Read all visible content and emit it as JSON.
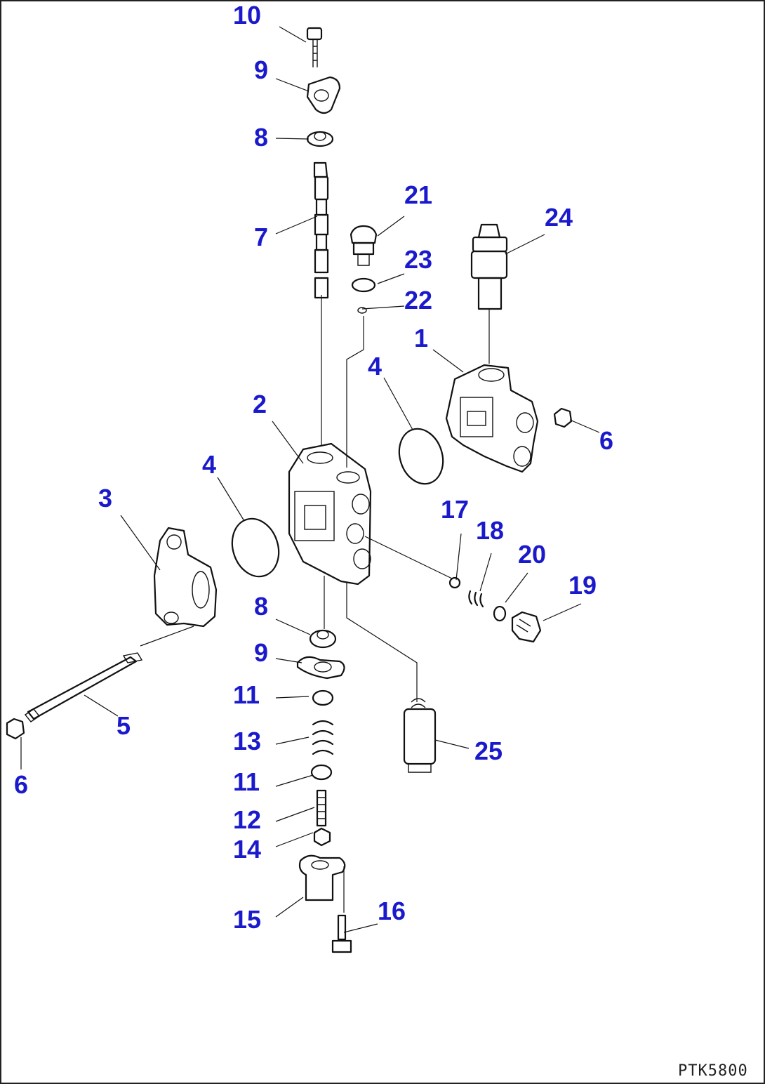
{
  "drawing": {
    "code": "PTK5800",
    "callouts": [
      {
        "id": "c10",
        "label": "10"
      },
      {
        "id": "c9a",
        "label": "9"
      },
      {
        "id": "c8a",
        "label": "8"
      },
      {
        "id": "c7",
        "label": "7"
      },
      {
        "id": "c21",
        "label": "21"
      },
      {
        "id": "c23",
        "label": "23"
      },
      {
        "id": "c22",
        "label": "22"
      },
      {
        "id": "c24",
        "label": "24"
      },
      {
        "id": "c1",
        "label": "1"
      },
      {
        "id": "c4a",
        "label": "4"
      },
      {
        "id": "c6a",
        "label": "6"
      },
      {
        "id": "c2",
        "label": "2"
      },
      {
        "id": "c4b",
        "label": "4"
      },
      {
        "id": "c3",
        "label": "3"
      },
      {
        "id": "c17",
        "label": "17"
      },
      {
        "id": "c18",
        "label": "18"
      },
      {
        "id": "c20",
        "label": "20"
      },
      {
        "id": "c19",
        "label": "19"
      },
      {
        "id": "c8b",
        "label": "8"
      },
      {
        "id": "c9b",
        "label": "9"
      },
      {
        "id": "c11a",
        "label": "11"
      },
      {
        "id": "c5",
        "label": "5"
      },
      {
        "id": "c13",
        "label": "13"
      },
      {
        "id": "c25",
        "label": "25"
      },
      {
        "id": "c6b",
        "label": "6"
      },
      {
        "id": "c11b",
        "label": "11"
      },
      {
        "id": "c12",
        "label": "12"
      },
      {
        "id": "c14",
        "label": "14"
      },
      {
        "id": "c16",
        "label": "16"
      },
      {
        "id": "c15",
        "label": "15"
      }
    ]
  }
}
